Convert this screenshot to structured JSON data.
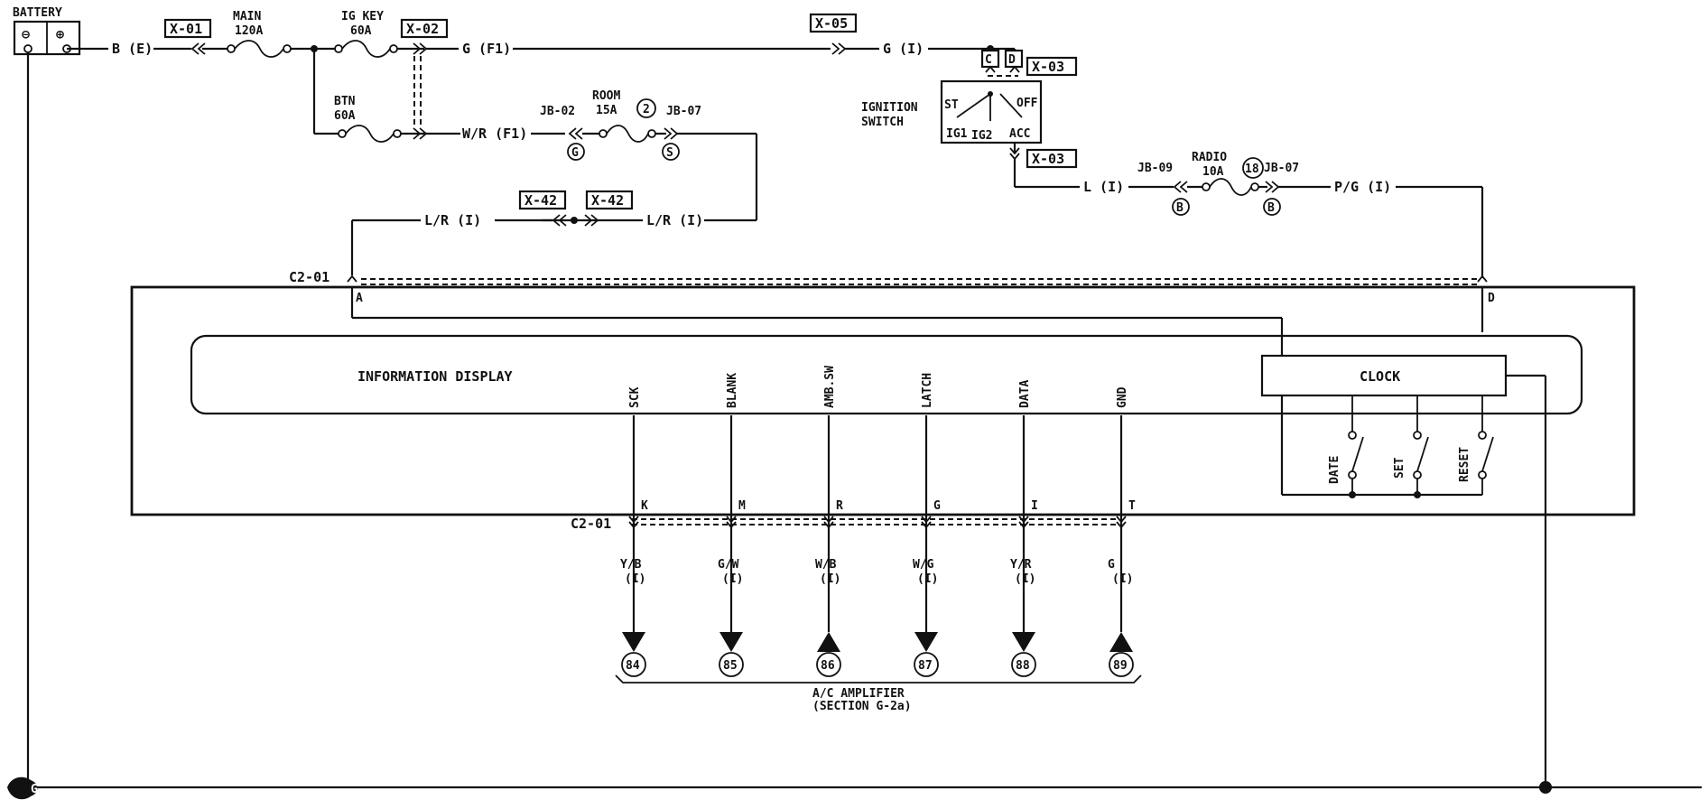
{
  "battery": {
    "label": "BATTERY",
    "minus": "⊖",
    "plus": "⊕"
  },
  "ground": {
    "label": "G"
  },
  "connectors": {
    "x01": "X-01",
    "x02": "X-02",
    "x03a": "X-03",
    "x03b": "X-03",
    "x05": "X-05",
    "x42a": "X-42",
    "x42b": "X-42",
    "c201_top": "C2-01",
    "c201_bottom": "C2-01"
  },
  "fuses": {
    "main_name": "MAIN",
    "main_rating": "120A",
    "igkey_name": "IG KEY",
    "igkey_rating": "60A",
    "btn_name": "BTN",
    "btn_rating": "60A",
    "room_name": "ROOM",
    "room_rating": "15A",
    "room_num": "2",
    "radio_name": "RADIO",
    "radio_rating": "10A",
    "radio_num": "18"
  },
  "junctions": {
    "jb02": "JB-02",
    "jb07a": "JB-07",
    "jb09": "JB-09",
    "jb07b": "JB-07",
    "jb02_pin": "G",
    "jb07a_pin": "S",
    "jb09_pin": "B",
    "jb07b_pin": "B"
  },
  "wires": {
    "b_e": "B (E)",
    "g_f1": "G (F1)",
    "g_i": "G (I)",
    "w_r_f1": "W/R (F1)",
    "l_r_i_left": "L/R (I)",
    "l_r_i_right": "L/R (I)",
    "l_i": "L (I)",
    "p_g_i": "P/G (I)"
  },
  "ignition": {
    "title_line1": "IGNITION",
    "title_line2": "SWITCH",
    "pin_c": "C",
    "pin_d": "D",
    "st": "ST",
    "off": "OFF",
    "ig1": "IG1",
    "ig2": "IG2",
    "acc": "ACC"
  },
  "module": {
    "display_label": "INFORMATION DISPLAY",
    "clock_label": "CLOCK",
    "pin_a": "A",
    "pin_d": "D",
    "switches": [
      "DATE",
      "SET",
      "RESET"
    ]
  },
  "signals": [
    {
      "name": "SCK",
      "pin": "K",
      "wire": "Y/B",
      "circ": "(I)",
      "term": "84",
      "dir": "down"
    },
    {
      "name": "BLANK",
      "pin": "M",
      "wire": "G/W",
      "circ": "(I)",
      "term": "85",
      "dir": "down"
    },
    {
      "name": "AMB.SW",
      "pin": "R",
      "wire": "W/B",
      "circ": "(I)",
      "term": "86",
      "dir": "up"
    },
    {
      "name": "LATCH",
      "pin": "G",
      "wire": "W/G",
      "circ": "(I)",
      "term": "87",
      "dir": "down"
    },
    {
      "name": "DATA",
      "pin": "I",
      "wire": "Y/R",
      "circ": "(I)",
      "term": "88",
      "dir": "down"
    },
    {
      "name": "GND",
      "pin": "T",
      "wire": "G",
      "circ": "(I)",
      "term": "89",
      "dir": "up"
    }
  ],
  "amplifier": {
    "line1": "A/C AMPLIFIER",
    "line2": "(SECTION G-2a)"
  }
}
